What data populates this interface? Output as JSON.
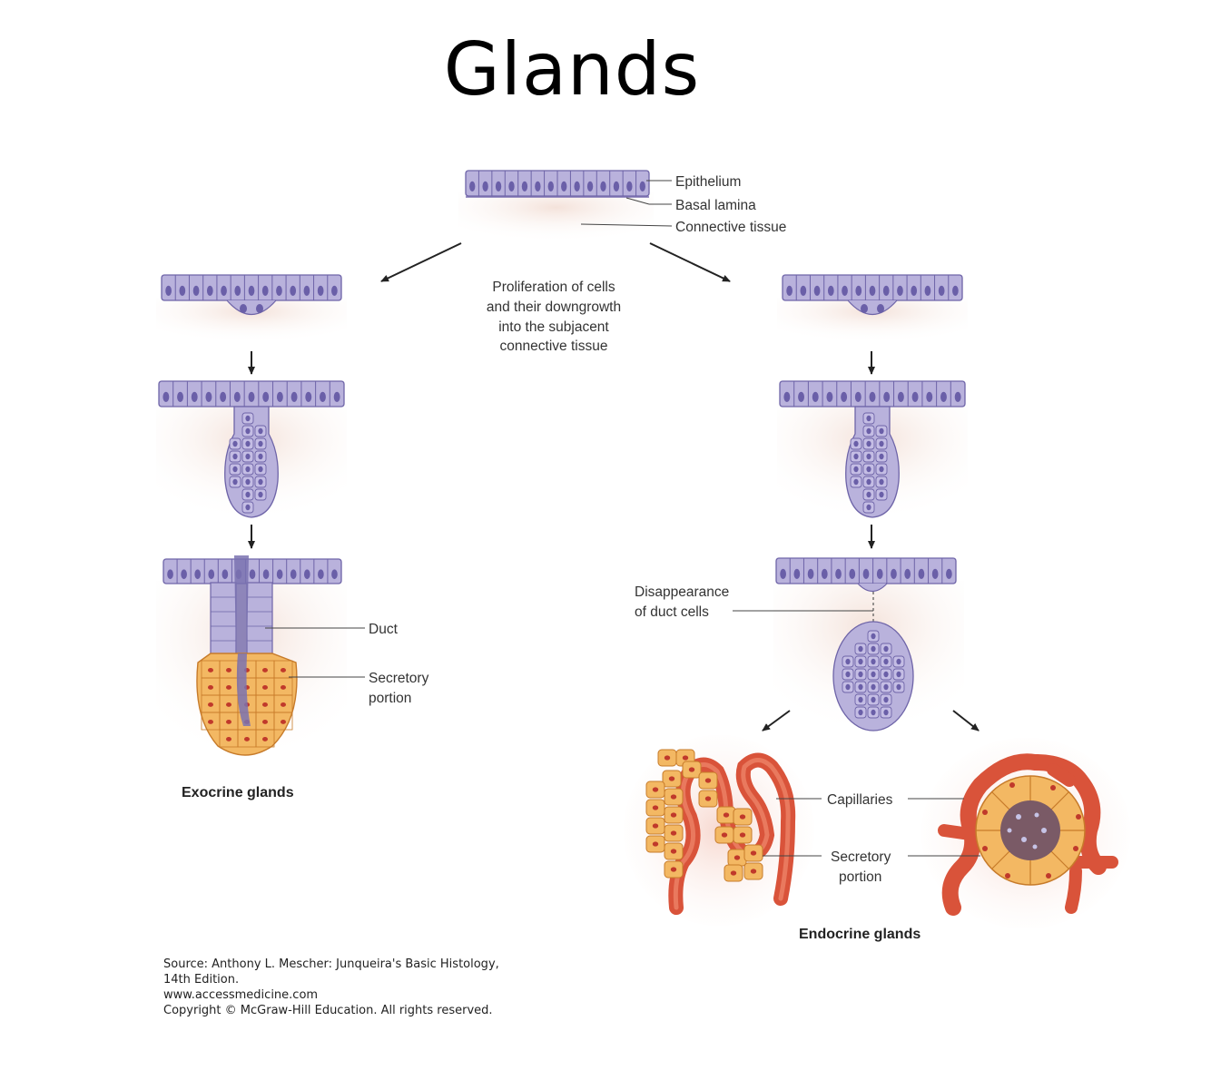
{
  "title": "Glands",
  "labels": {
    "epithelium": "Epithelium",
    "basal_lamina": "Basal lamina",
    "connective_tissue": "Connective tissue",
    "proliferation": [
      "Proliferation of cells",
      "and their downgrowth",
      "into the subjacent",
      "connective tissue"
    ],
    "duct": "Duct",
    "secretory_left": [
      "Secretory",
      "portion"
    ],
    "exocrine": "Exocrine glands",
    "disappearance": [
      "Disappearance",
      "of duct cells"
    ],
    "capillaries": "Capillaries",
    "secretory_right": [
      "Secretory",
      "portion"
    ],
    "endocrine": "Endocrine glands"
  },
  "source": [
    "Source: Anthony L. Mescher: Junqueira's Basic Histology,",
    "14th Edition.",
    "www.accessmedicine.com",
    "Copyright © McGraw-Hill Education. All rights reserved."
  ],
  "colors": {
    "epithelium_cell": "#b9b2dc",
    "epithelium_stroke": "#6e64a8",
    "nucleus": "#6a5fa8",
    "connective": "#f6e9e2",
    "secretory_cell": "#f3b863",
    "secretory_nucleus": "#c0392b",
    "capillary": "#e0603f",
    "arrow": "#222222"
  }
}
